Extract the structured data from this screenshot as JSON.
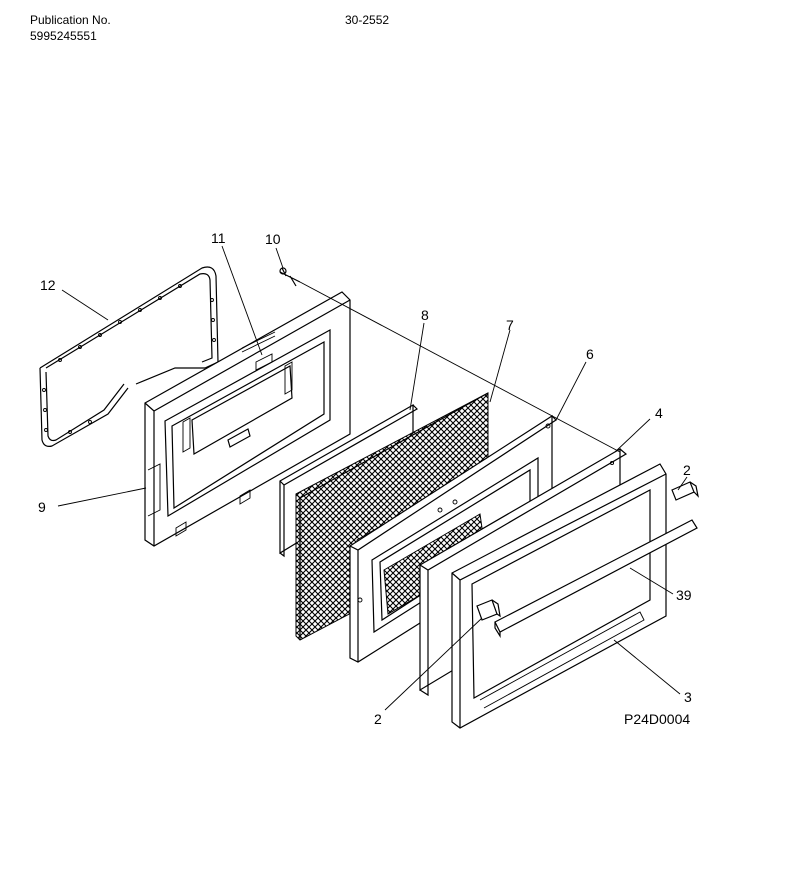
{
  "header": {
    "publication_label": "Publication No.",
    "publication_number": "5995245551",
    "model_code": "30-2552"
  },
  "diagram_code": "P24D0004",
  "callouts": {
    "c12": "12",
    "c11": "11",
    "c10": "10",
    "c8": "8",
    "c7": "7",
    "c6": "6",
    "c4": "4",
    "c2_right": "2",
    "c39": "39",
    "c9": "9",
    "c2_bottom": "2",
    "c3": "3"
  }
}
